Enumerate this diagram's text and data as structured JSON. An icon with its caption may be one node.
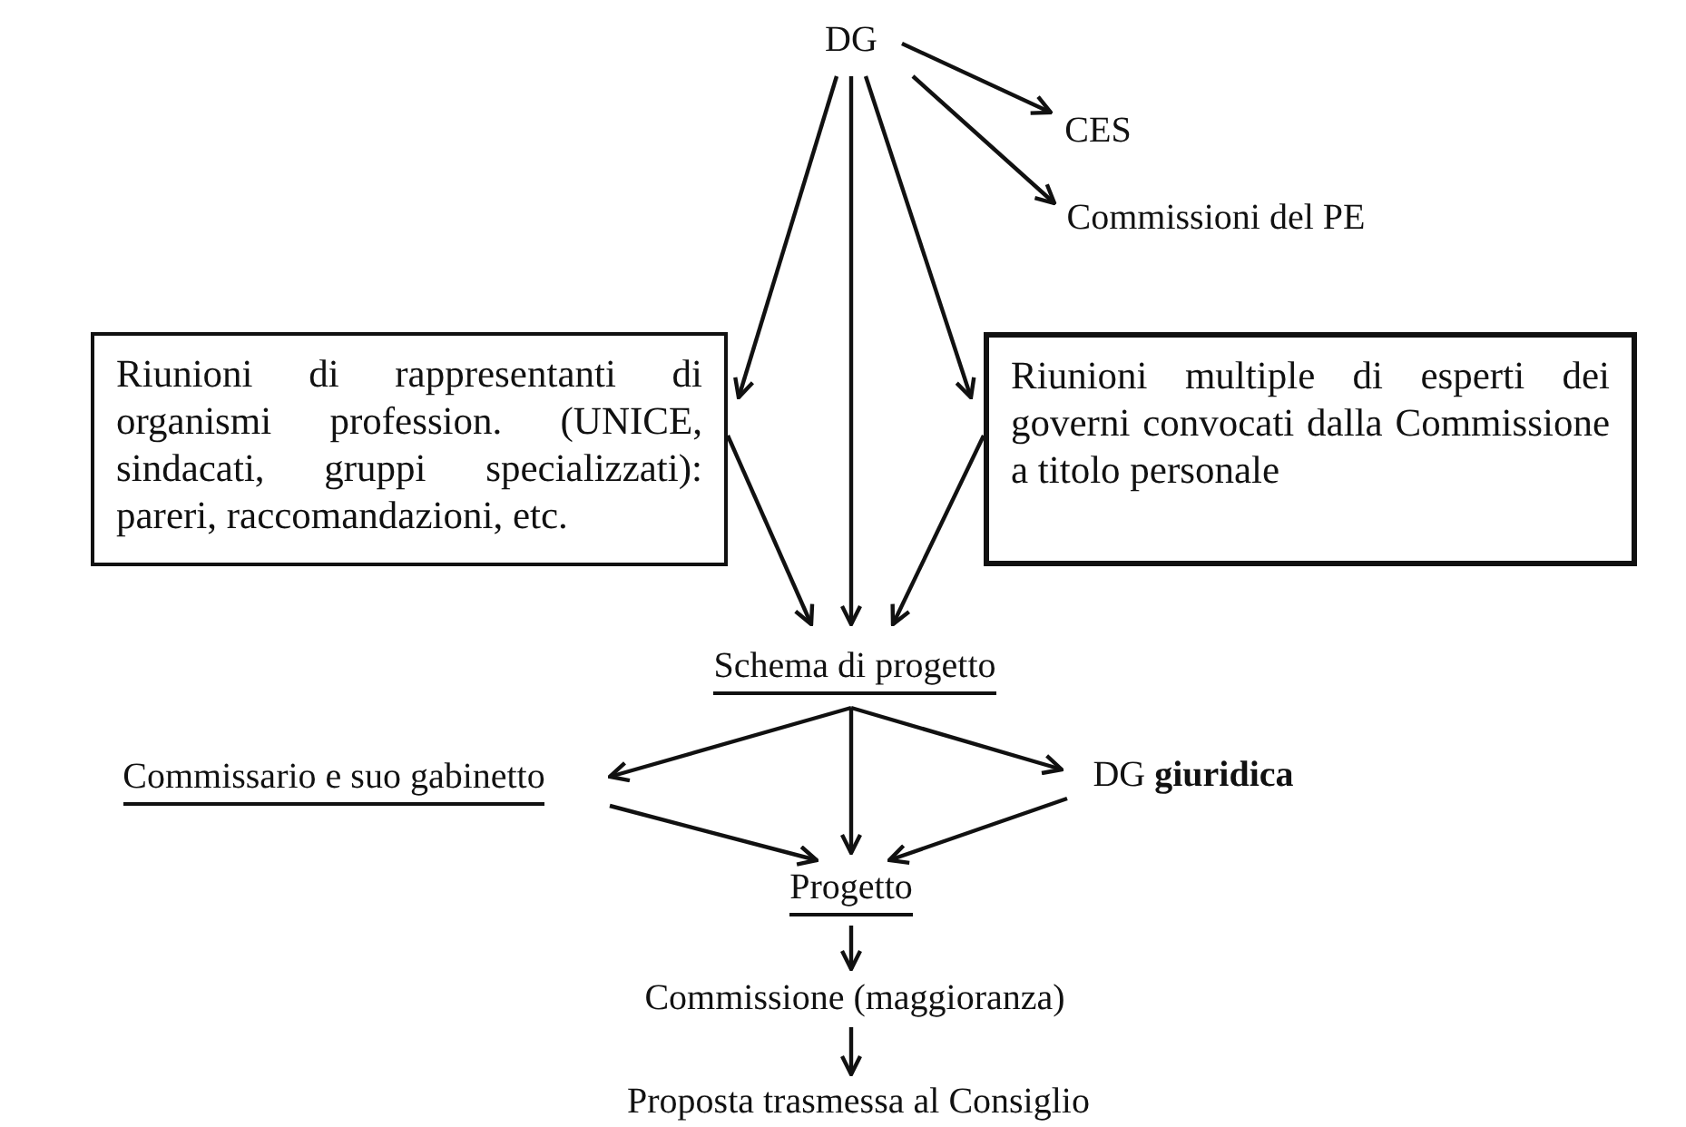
{
  "diagram": {
    "nodes": [
      {
        "text": [
          "DG"
        ]
      },
      {
        "text": [
          "CES"
        ]
      },
      {
        "text": [
          "Commissioni del PE"
        ]
      },
      {
        "text": [
          "Riunioni di rappresentanti di organismi profession. (UNICE, sindacati, gruppi specializzati): pareri, raccomandazioni, etc."
        ]
      },
      {
        "text": [
          "Riunioni multiple di esperti dei governi convocati dalla Commissione a titolo personale"
        ]
      },
      {
        "text": [
          "Schema di progetto"
        ]
      },
      {
        "text": [
          "Commissario e suo gabinetto"
        ]
      },
      {
        "text": [
          "DG **giuridica**"
        ]
      },
      {
        "text": [
          "Progetto"
        ]
      },
      {
        "text": [
          "Commissione (maggioranza)"
        ]
      },
      {
        "text": [
          "Proposta trasmessa al Consiglio"
        ]
      }
    ],
    "edges": [
      {
        "from": 0,
        "to": 1,
        "arrow": "to"
      },
      {
        "from": 0,
        "to": 2,
        "arrow": "to"
      },
      {
        "from": 0,
        "to": 3,
        "arrow": "to"
      },
      {
        "from": 0,
        "to": 4,
        "arrow": "to"
      },
      {
        "from": 0,
        "to": 5,
        "arrow": "to"
      },
      {
        "from": 3,
        "to": 5,
        "arrow": "to"
      },
      {
        "from": 4,
        "to": 5,
        "arrow": "to"
      },
      {
        "from": 5,
        "to": 6,
        "arrow": "to"
      },
      {
        "from": 5,
        "to": 7,
        "arrow": "to"
      },
      {
        "from": 5,
        "to": 8,
        "arrow": "to"
      },
      {
        "from": 6,
        "to": 8,
        "arrow": "to"
      },
      {
        "from": 7,
        "to": 8,
        "arrow": "to"
      },
      {
        "from": 8,
        "to": 9,
        "arrow": "to"
      },
      {
        "from": 9,
        "to": 10,
        "arrow": "to"
      }
    ]
  }
}
